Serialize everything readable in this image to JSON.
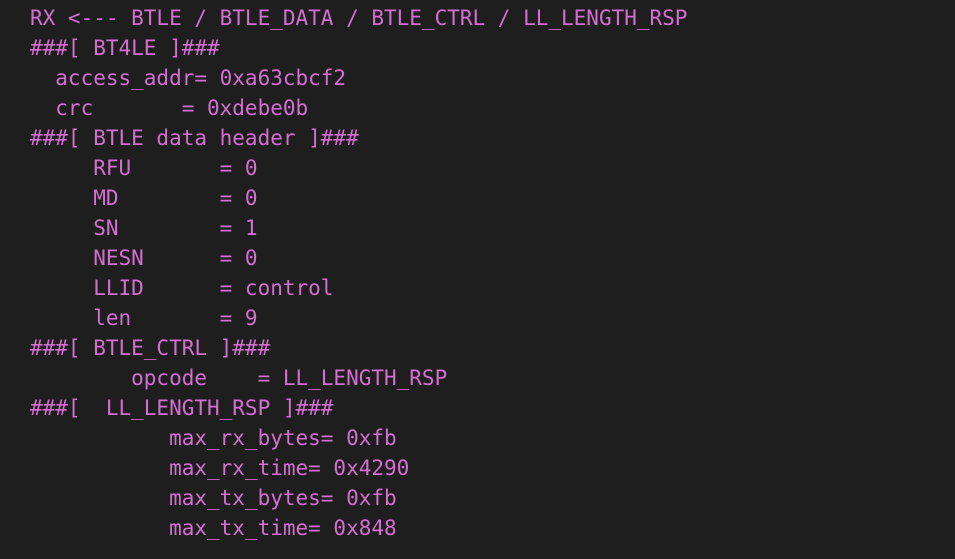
{
  "colors": {
    "background": "#1e1e1e",
    "text": "#d46fd1"
  },
  "terminal": {
    "lines": [
      "RX <--- BTLE / BTLE_DATA / BTLE_CTRL / LL_LENGTH_RSP",
      "###[ BT4LE ]###",
      "  access_addr= 0xa63cbcf2",
      "  crc       = 0xdebe0b",
      "###[ BTLE data header ]###",
      "     RFU       = 0",
      "     MD        = 0",
      "     SN        = 1",
      "     NESN      = 0",
      "     LLID      = control",
      "     len       = 9",
      "###[ BTLE_CTRL ]###",
      "        opcode    = LL_LENGTH_RSP",
      "###[  LL_LENGTH_RSP ]###",
      "           max_rx_bytes= 0xfb",
      "           max_rx_time= 0x4290",
      "           max_tx_bytes= 0xfb",
      "           max_tx_time= 0x848"
    ]
  }
}
